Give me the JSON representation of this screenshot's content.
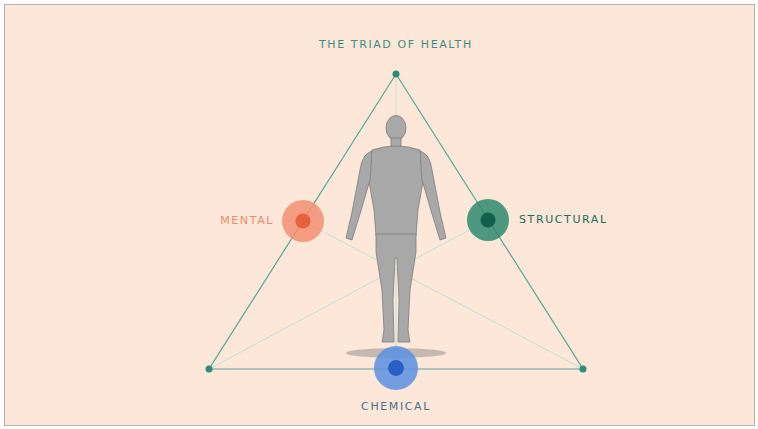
{
  "diagram": {
    "title": "THE TRIAD OF HEALTH",
    "nodes": [
      {
        "text": [
          "MENTAL"
        ]
      },
      {
        "text": [
          "STRUCTURAL"
        ]
      },
      {
        "text": [
          "CHEMICAL"
        ]
      }
    ]
  }
}
